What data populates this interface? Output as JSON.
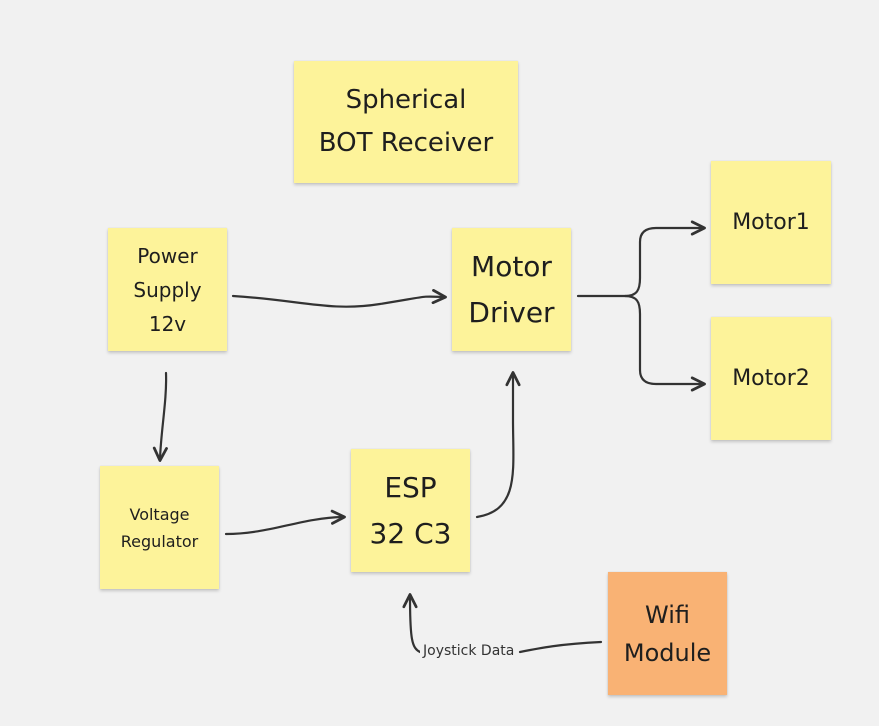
{
  "diagram": {
    "nodes": {
      "title": "Spherical\nBOT Receiver",
      "power_supply": "Power\nSupply\n12v",
      "motor_driver": "Motor\nDriver",
      "motor1": "Motor1",
      "motor2": "Motor2",
      "voltage_regulator": "Voltage\nRegulator",
      "esp": "ESP\n32 C3",
      "wifi_module": "Wifi\nModule"
    },
    "edges": [
      {
        "from": "power_supply",
        "to": "motor_driver",
        "label": ""
      },
      {
        "from": "power_supply",
        "to": "voltage_regulator",
        "label": ""
      },
      {
        "from": "voltage_regulator",
        "to": "esp",
        "label": ""
      },
      {
        "from": "esp",
        "to": "motor_driver",
        "label": ""
      },
      {
        "from": "motor_driver",
        "to": "motor1",
        "label": ""
      },
      {
        "from": "motor_driver",
        "to": "motor2",
        "label": ""
      },
      {
        "from": "wifi_module",
        "to": "esp",
        "label": "Joystick Data"
      }
    ],
    "colors": {
      "note_yellow": "#fdf39a",
      "note_orange": "#f9b274",
      "background": "#f1f1f1",
      "arrow": "#333333"
    }
  }
}
